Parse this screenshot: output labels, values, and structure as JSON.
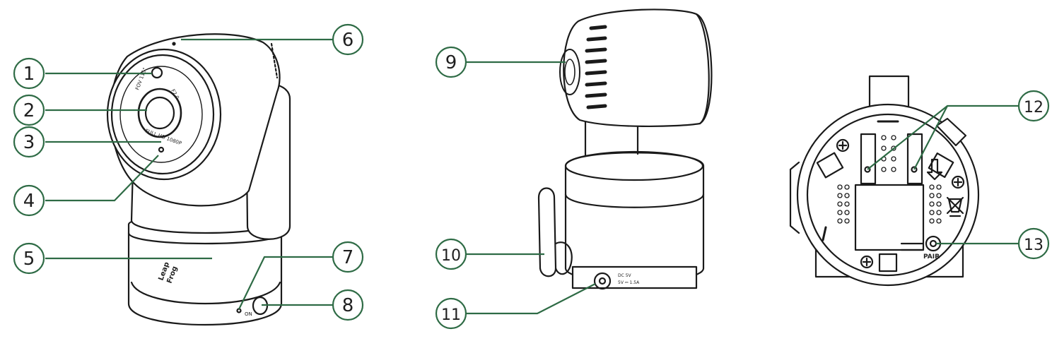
{
  "colors": {
    "accent": "#2e6b45",
    "line": "#1a1a1a",
    "background": "#ffffff"
  },
  "callouts": [
    "1",
    "2",
    "3",
    "4",
    "5",
    "6",
    "7",
    "8",
    "9",
    "10",
    "11",
    "12",
    "13"
  ],
  "front_view": {
    "lens_rating": "F2.0",
    "resolution": "FULL HD 1080P",
    "fov": "FOV 115°",
    "logo_line1": "Leap",
    "logo_line2": "Frog",
    "switch_label": "ON"
  },
  "back_view": {
    "rating_line1": "5V ⎓ 1.5A",
    "rating_line2": "DC 5V"
  },
  "bottom_view": {
    "pair_label": "PAIR"
  }
}
